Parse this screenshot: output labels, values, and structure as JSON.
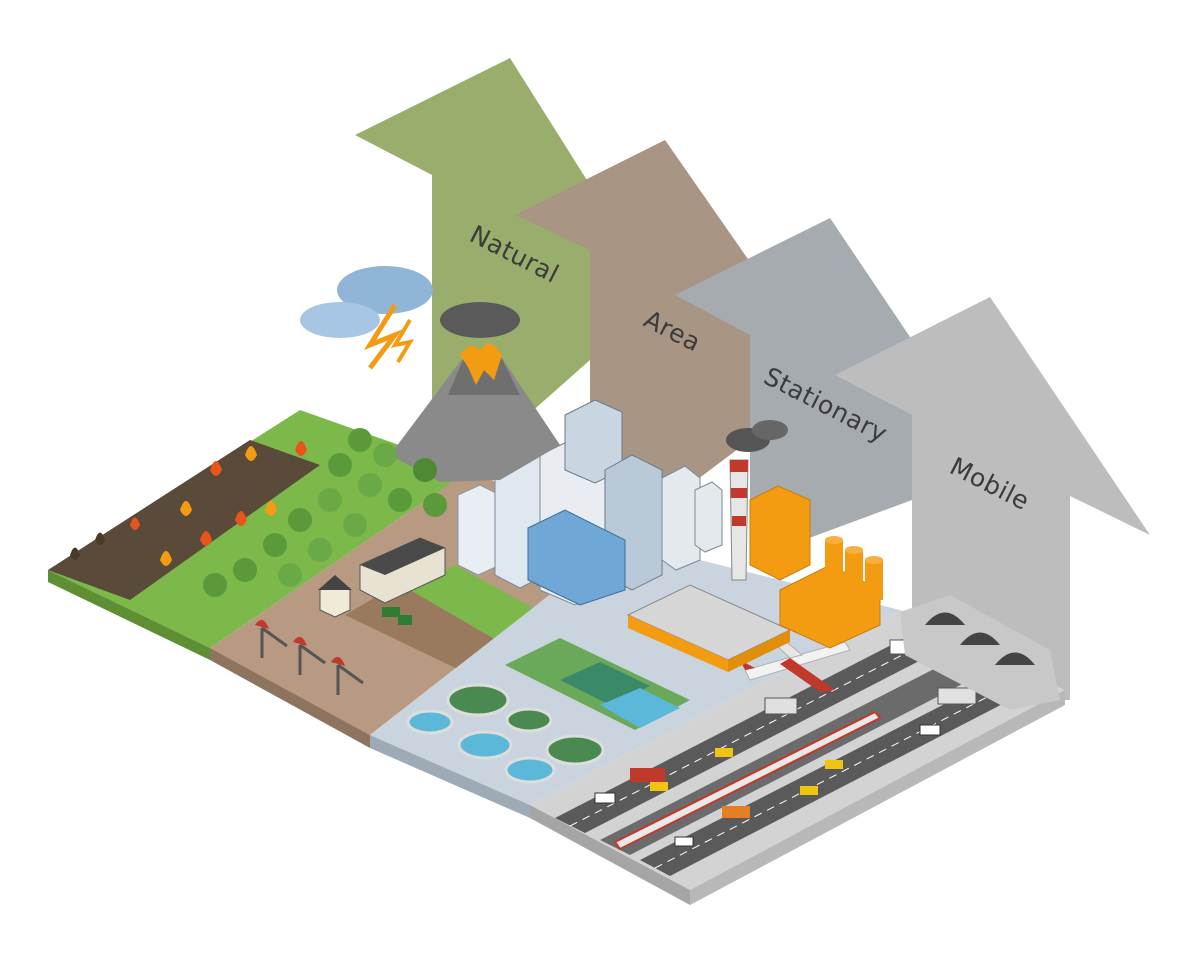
{
  "categories": [
    {
      "key": "natural",
      "label": "Natural",
      "color": "#99ae6c"
    },
    {
      "key": "area",
      "label": "Area",
      "color": "#a89584"
    },
    {
      "key": "stationary",
      "label": "Stationary",
      "color": "#a6abb0"
    },
    {
      "key": "mobile",
      "label": "Mobile",
      "color": "#bdbdbd"
    }
  ],
  "icons": {
    "natural": [
      "storm-cloud-icon",
      "lightning-icon",
      "volcano-icon",
      "wildfire-icon",
      "forest-icon"
    ],
    "area": [
      "farmhouse-icon",
      "barn-icon",
      "tractor-icon",
      "crop-field-icon",
      "oil-pump-icon"
    ],
    "stationary": [
      "office-towers-icon",
      "power-plant-chimney-icon",
      "factory-icon",
      "storage-tanks-icon",
      "water-treatment-icon"
    ],
    "mobile": [
      "airplane-icon",
      "highway-icon",
      "train-icon",
      "car-icon",
      "truck-icon",
      "tunnel-icon"
    ]
  }
}
